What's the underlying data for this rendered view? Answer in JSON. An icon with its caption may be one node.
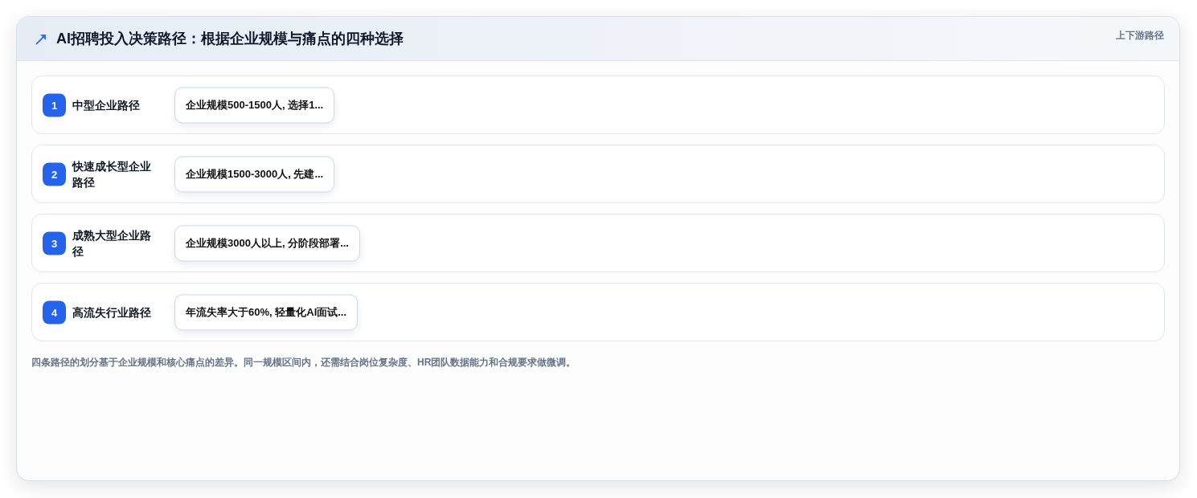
{
  "diagram": {
    "title": "AI招聘投入决策路径：根据企业规模与痛点的四种选择",
    "nodes": [
      {
        "text": [
          "中型企业路径"
        ]
      },
      {
        "text": [
          "1"
        ],
        "in": 0
      },
      {
        "text": [
          "企业规模500-1500人, 选择1..."
        ],
        "in": 0
      },
      {
        "text": [
          "快速成长型企业路径"
        ]
      },
      {
        "text": [
          "2"
        ],
        "in": 3
      },
      {
        "text": [
          "企业规模1500-3000人, 先建..."
        ],
        "in": 3
      },
      {
        "text": [
          "成熟大型企业路径"
        ]
      },
      {
        "text": [
          "3"
        ],
        "in": 6
      },
      {
        "text": [
          "企业规模3000人以上, 分阶段部署..."
        ],
        "in": 6
      },
      {
        "text": [
          "高流失行业路径"
        ]
      },
      {
        "text": [
          "4"
        ],
        "in": 9
      },
      {
        "text": [
          "年流失率大于60%, 轻量化AI面试..."
        ],
        "in": 9
      }
    ],
    "labels": [
      "上下游路径"
    ],
    "caption": "四条路径的划分基于企业规模和核心痛点的差异。同一规模区间内，还需结合岗位复杂度、HR团队数据能力和合规要求做微调。"
  }
}
